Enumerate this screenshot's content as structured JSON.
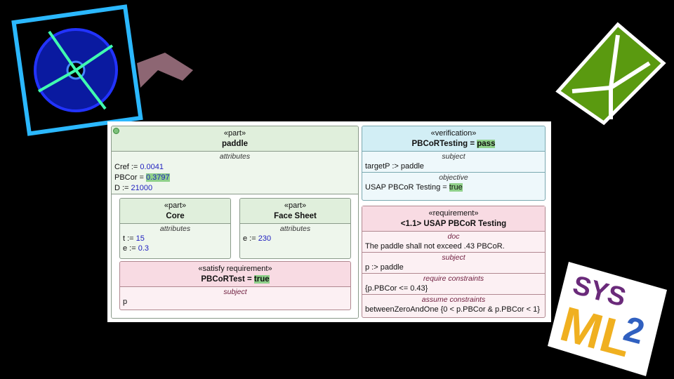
{
  "paddle": {
    "stereotype": "«part»",
    "name": "paddle",
    "attributes_label": "attributes",
    "attrs": [
      {
        "name": "Cref := ",
        "value": "0.0041"
      },
      {
        "name": "PBCor = ",
        "value": "0.3797"
      },
      {
        "name": "D := ",
        "value": "21000"
      }
    ]
  },
  "core": {
    "stereotype": "«part»",
    "name": "Core",
    "attributes_label": "attributes",
    "attrs": [
      {
        "name": "t := ",
        "value": "15"
      },
      {
        "name": "e := ",
        "value": "0.3"
      }
    ]
  },
  "face_sheet": {
    "stereotype": "«part»",
    "name": "Face Sheet",
    "attributes_label": "attributes",
    "attrs": [
      {
        "name": "e := ",
        "value": "230"
      }
    ]
  },
  "satisfy": {
    "stereotype": "«satisfy requirement»",
    "name": "PBCoRTest = ",
    "value": "true",
    "subject_label": "subject",
    "subject": "p"
  },
  "verification": {
    "stereotype": "«verification»",
    "name": "PBCoRTesting = ",
    "value": "pass",
    "subject_label": "subject",
    "subject": "targetP :> paddle",
    "objective_label": "objective",
    "objective": "USAP PBCoR Testing = ",
    "objective_value": "true"
  },
  "requirement": {
    "stereotype": "«requirement»",
    "name": "<1.1> USAP PBCoR Testing",
    "doc_label": "doc",
    "doc": "The paddle shall not exceed .43 PBCoR.",
    "subject_label": "subject",
    "subject": "p :> paddle",
    "require_label": "require constraints",
    "require": "{p.PBCor <= 0.43}",
    "assume_label": "assume constraints",
    "assume": "betweenZeroAndOne {0 < p.PBCor & p.PBCor < 1}"
  },
  "logos": {
    "sysml": "SYS ML2"
  }
}
